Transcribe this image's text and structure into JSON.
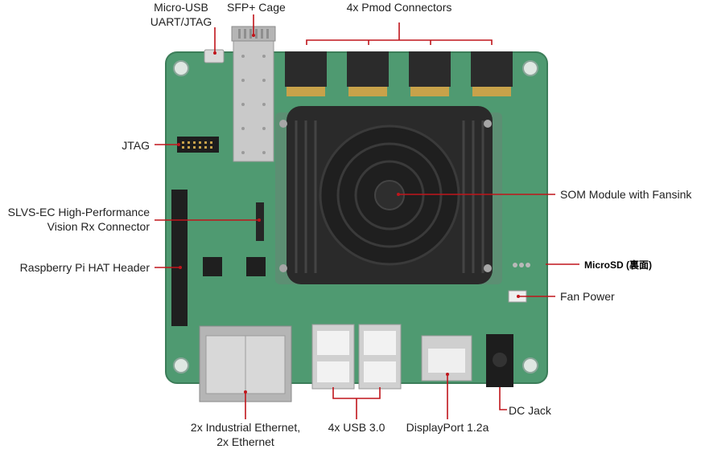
{
  "labels": {
    "micro_usb": [
      "Micro-USB",
      "UART/JTAG"
    ],
    "sfp_cage": "SFP+ Cage",
    "pmod": "4x Pmod Connectors",
    "jtag": "JTAG",
    "slvs": [
      "SLVS-EC High-Performance",
      "Vision Rx Connector"
    ],
    "rpi_hat": "Raspberry Pi HAT Header",
    "som": "SOM Module with Fansink",
    "microsd": "MicroSD (裏面)",
    "fan_power": "Fan Power",
    "dc_jack": "DC Jack",
    "ethernet": [
      "2x Industrial Ethernet,",
      "2x Ethernet"
    ],
    "usb": "4x USB 3.0",
    "displayport": "DisplayPort 1.2a"
  },
  "colors": {
    "leader_line": "#c0151b",
    "pcb": "#4f9a71",
    "heatsink": "#2a2a2a"
  }
}
